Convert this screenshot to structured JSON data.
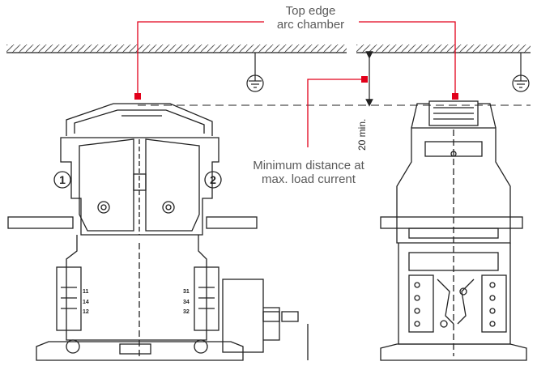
{
  "labels": {
    "top_edge_line1": "Top edge",
    "top_edge_line2": "arc chamber",
    "min_dist_line1": "Minimum distance at",
    "min_dist_line2": "max. load current",
    "dimension": "20 min."
  },
  "left_view": {
    "pole_left": "1",
    "pole_right": "2",
    "aux_left": [
      "11",
      "14",
      "12"
    ],
    "aux_right": [
      "31",
      "34",
      "32"
    ]
  },
  "colors": {
    "callout": "#e2001a",
    "outline": "#222222",
    "label_text": "#5a5a5a"
  }
}
